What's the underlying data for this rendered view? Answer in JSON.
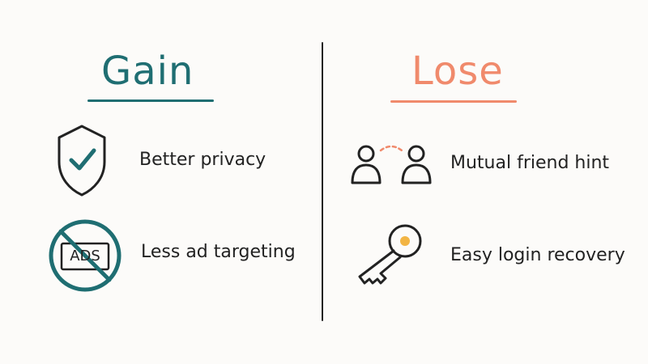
{
  "gain": {
    "title": "Gain",
    "items": [
      {
        "label": "Better privacy",
        "icon": "shield-check-icon"
      },
      {
        "label": "Less ad targeting",
        "icon": "no-ads-icon",
        "icon_text": "ADS"
      }
    ]
  },
  "lose": {
    "title": "Lose",
    "items": [
      {
        "label": "Mutual friend hint",
        "icon": "mutual-friends-icon"
      },
      {
        "label": "Easy login recovery",
        "icon": "key-icon"
      }
    ]
  },
  "colors": {
    "gain_accent": "#1f6e72",
    "lose_accent": "#f08a6c",
    "key_dot": "#f2b544",
    "ink": "#222222",
    "background": "#fcfbf9"
  }
}
